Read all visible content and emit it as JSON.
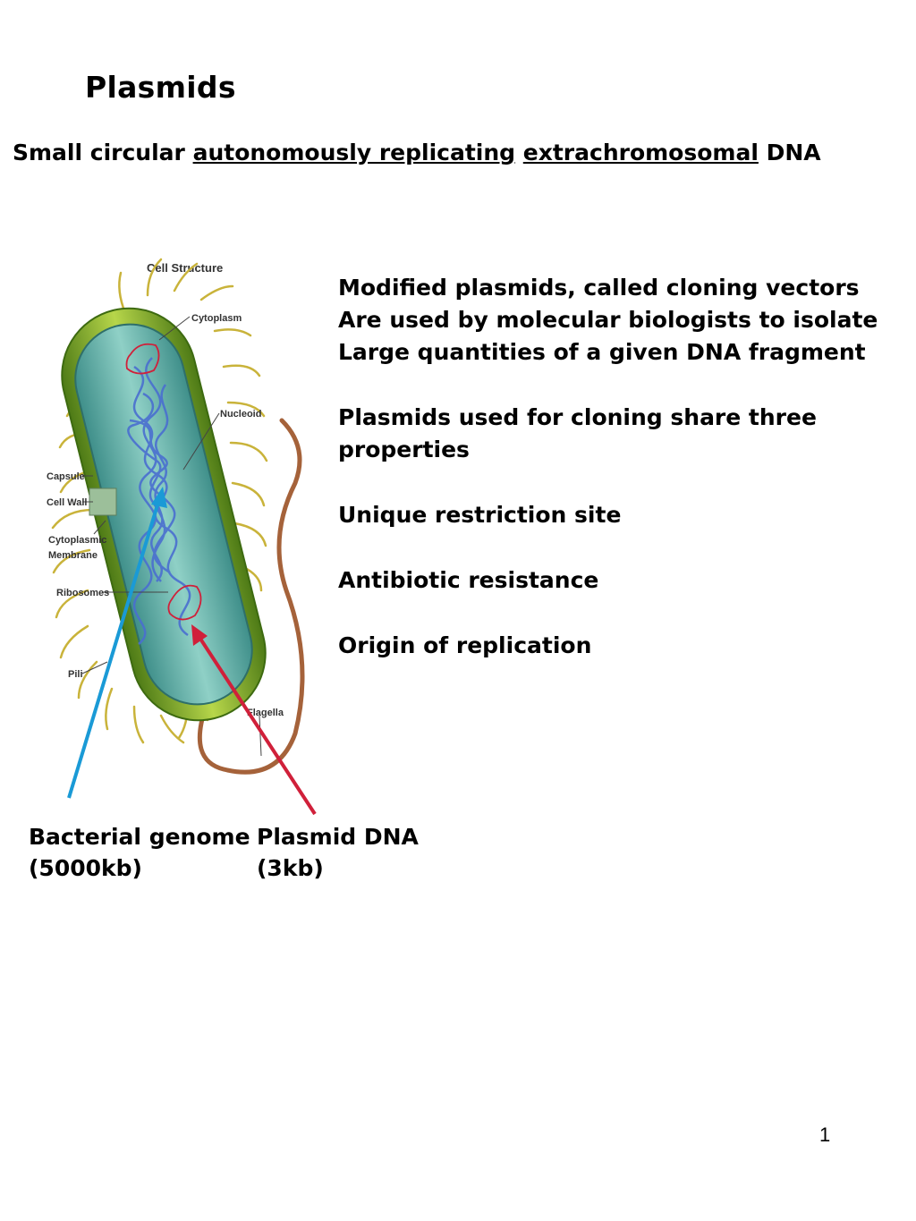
{
  "slide": {
    "title": "Plasmids",
    "subtitle": {
      "part1": "Small circular ",
      "underline1": "autonomously replicating",
      "part2": " ",
      "underline2": "extrachromosomal",
      "part3": " DNA"
    },
    "paragraphs": {
      "p1": [
        "Modified plasmids, called cloning vectors",
        "Are used by molecular biologists to isolate",
        "Large quantities of a given DNA fragment"
      ],
      "p2": [
        "Plasmids used for cloning share three",
        "properties"
      ],
      "p3": "Unique restriction site",
      "p4": "Antibiotic resistance",
      "p5": "Origin of replication"
    },
    "captions": {
      "genome": [
        "Bacterial genome",
        "(5000kb)"
      ],
      "plasmid": [
        "Plasmid DNA",
        "(3kb)"
      ]
    },
    "page_number": "1"
  },
  "figure": {
    "heading": "Cell Structure",
    "labels": {
      "cytoplasm": "Cytoplasm",
      "nucleoid": "Nucleoid",
      "capsule": "Capsule",
      "cell_wall": "Cell Wall",
      "cyto_membrane_1": "Cytoplasmic",
      "cyto_membrane_2": "Membrane",
      "ribosomes": "Ribosomes",
      "pili": "Pili",
      "flagella": "Flagella"
    }
  },
  "colors": {
    "genome_arrow": "#1a9ad6",
    "plasmid_arrow": "#d0203a",
    "cytoplasm": "#5fa8a0",
    "dna": "#4a6fd0",
    "wall": "#7fae2a",
    "pili": "#c9b33a",
    "flagellum": "#a5623a"
  }
}
